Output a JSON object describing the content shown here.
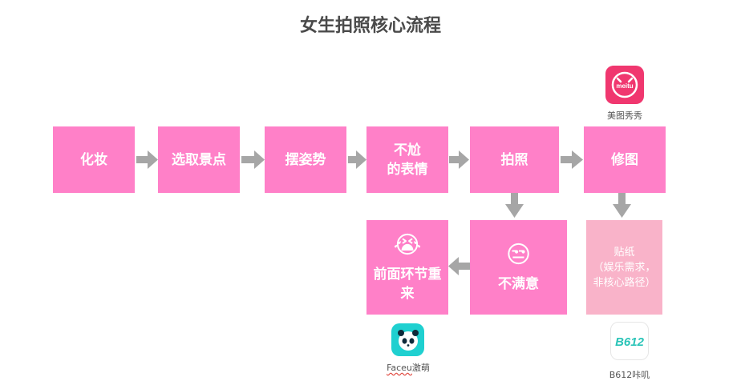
{
  "title": "女生拍照核心流程",
  "nodes": {
    "makeup": "化妆",
    "scene": "选取景点",
    "pose": "摆姿势",
    "expression_line1": "不尬",
    "expression_line2": "的表情",
    "shoot": "拍照",
    "retouch": "修图",
    "unsatisfied": "不满意",
    "redo_line1": "前面环节重",
    "redo_line2": "来",
    "sticker_line1": "贴纸",
    "sticker_line2": "（娱乐需求，",
    "sticker_line3": "非核心路径）"
  },
  "apps": {
    "meitu_label": "美图秀秀",
    "meitu_icon_text": "meitu",
    "faceu_label_a": "Faceu",
    "faceu_label_b": "激萌",
    "b612_label": "B612咔叽",
    "b612_icon_text": "B612"
  },
  "emojis": {
    "crying": "😭",
    "unamused": "😒"
  },
  "colors": {
    "box": "#ff80c8",
    "box_light": "#f9b3c9",
    "arrow": "#a6a6a6",
    "meitu": "#f0376f",
    "faceu": "#1fd0d0"
  }
}
